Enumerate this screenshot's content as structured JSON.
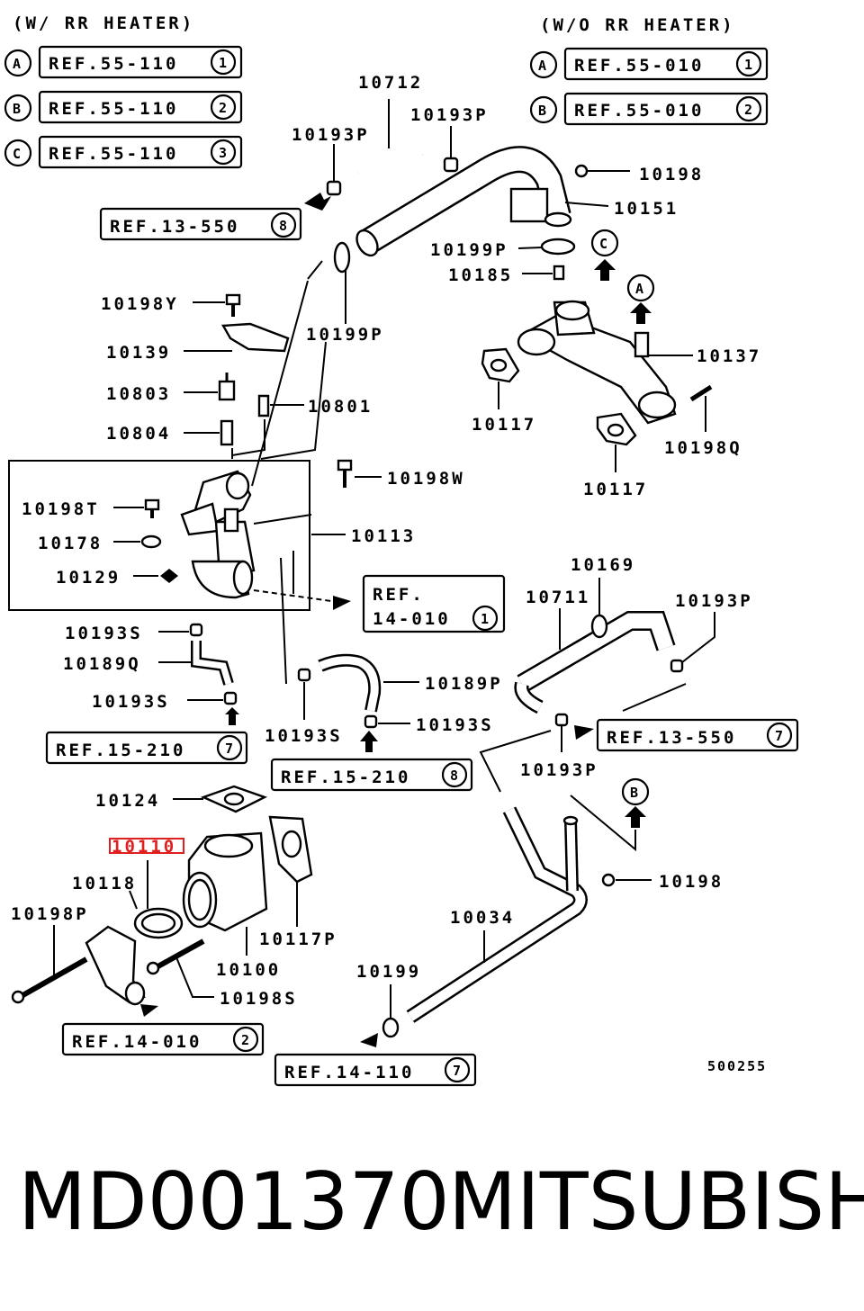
{
  "headers": {
    "with_heater": "(W/ RR HEATER)",
    "without_heater": "(W/O RR HEATER)"
  },
  "legend_left": [
    {
      "letter": "A",
      "text": "REF.55-110",
      "num": "1"
    },
    {
      "letter": "B",
      "text": "REF.55-110",
      "num": "2"
    },
    {
      "letter": "C",
      "text": "REF.55-110",
      "num": "3"
    }
  ],
  "legend_right": [
    {
      "letter": "A",
      "text": "REF.55-010",
      "num": "1"
    },
    {
      "letter": "B",
      "text": "REF.55-010",
      "num": "2"
    }
  ],
  "refs": [
    {
      "id": "ref-13-550-8",
      "text": "REF.13-550",
      "num": "8"
    },
    {
      "id": "ref-14-010-1",
      "line1": "REF.",
      "line2": "14-010",
      "num": "1"
    },
    {
      "id": "ref-15-210-7",
      "text": "REF.15-210",
      "num": "7"
    },
    {
      "id": "ref-15-210-8",
      "text": "REF.15-210",
      "num": "8"
    },
    {
      "id": "ref-13-550-7",
      "text": "REF.13-550",
      "num": "7"
    },
    {
      "id": "ref-14-010-2",
      "text": "REF.14-010",
      "num": "2"
    },
    {
      "id": "ref-14-110-7",
      "text": "REF.14-110",
      "num": "7"
    }
  ],
  "callouts": [
    "A",
    "B",
    "C"
  ],
  "part_labels": {
    "p10712": "10712",
    "p10193P_a": "10193P",
    "p10193P_b": "10193P",
    "p10198_a": "10198",
    "p10151": "10151",
    "p10199P_a": "10199P",
    "p10185": "10185",
    "p10199P_b": "10199P",
    "p10198Y": "10198Y",
    "p10139": "10139",
    "p10803": "10803",
    "p10801": "10801",
    "p10804": "10804",
    "p10137": "10137",
    "p10117_a": "10117",
    "p10198Q": "10198Q",
    "p10117_b": "10117",
    "p10198W": "10198W",
    "p10198T": "10198T",
    "p10178": "10178",
    "p10113": "10113",
    "p10129": "10129",
    "p10169": "10169",
    "p10711": "10711",
    "p10193P_c": "10193P",
    "p10193S_a": "10193S",
    "p10189Q": "10189Q",
    "p10193S_b": "10193S",
    "p10189P": "10189P",
    "p10193S_c": "10193S",
    "p10193S_d": "10193S",
    "p10193P_d": "10193P",
    "p10124": "10124",
    "p10110": "10110",
    "p10118": "10118",
    "p10198P": "10198P",
    "p10117P": "10117P",
    "p10100": "10100",
    "p10198S": "10198S",
    "p10034": "10034",
    "p10198_b": "10198",
    "p10199": "10199"
  },
  "diagram_code": "500255",
  "footer": {
    "part_number": "MD001370",
    "brand": "MITSUBISHI"
  },
  "highlight_color": "#e02020"
}
